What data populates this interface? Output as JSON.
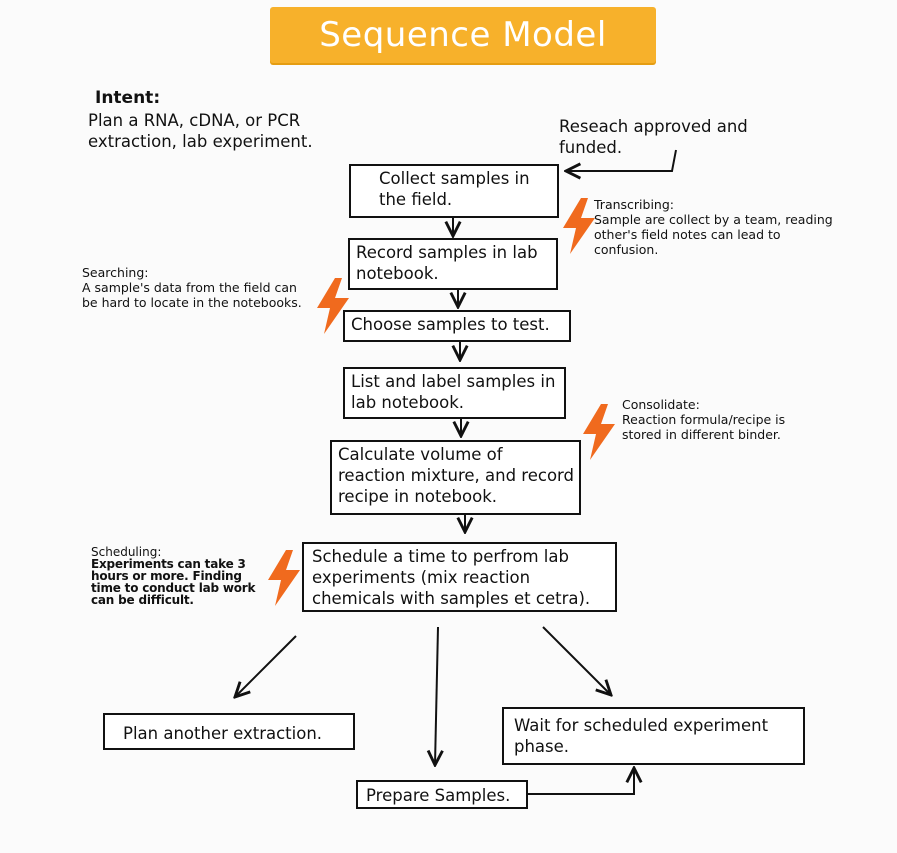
{
  "title": "Sequence Model",
  "intent": {
    "heading": "Intent:",
    "text": "Plan a RNA, cDNA, or PCR extraction, lab experiment."
  },
  "start_note": "Reseach approved and funded.",
  "steps": [
    "Collect samples in the field.",
    "Record samples in lab notebook.",
    "Choose samples to test.",
    "List and label samples in lab notebook.",
    "Calculate volume of reaction mixture, and record recipe in notebook.",
    "Schedule a time to perfrom lab experiments  (mix reaction chemicals with samples et cetra).",
    "Plan another extraction.",
    "Wait for scheduled experiment phase.",
    "Prepare Samples."
  ],
  "breakdowns": [
    {
      "title": "Transcribing:",
      "text": "Sample are collect by a team, reading other's field notes can lead to confusion."
    },
    {
      "title": "Searching:",
      "text": "A sample's data from the field can be hard to locate in the notebooks."
    },
    {
      "title": "Consolidate:",
      "text": "Reaction formula/recipe is stored in different binder."
    },
    {
      "title": "Scheduling:",
      "text": "Experiments can take 3 hours or more. Finding time to conduct lab work can be difficult."
    }
  ],
  "colors": {
    "banner": "#f7b12b",
    "bolt": "#f06a1e",
    "line": "#111111"
  },
  "icons": {
    "breakdown": "lightning-bolt-icon"
  }
}
